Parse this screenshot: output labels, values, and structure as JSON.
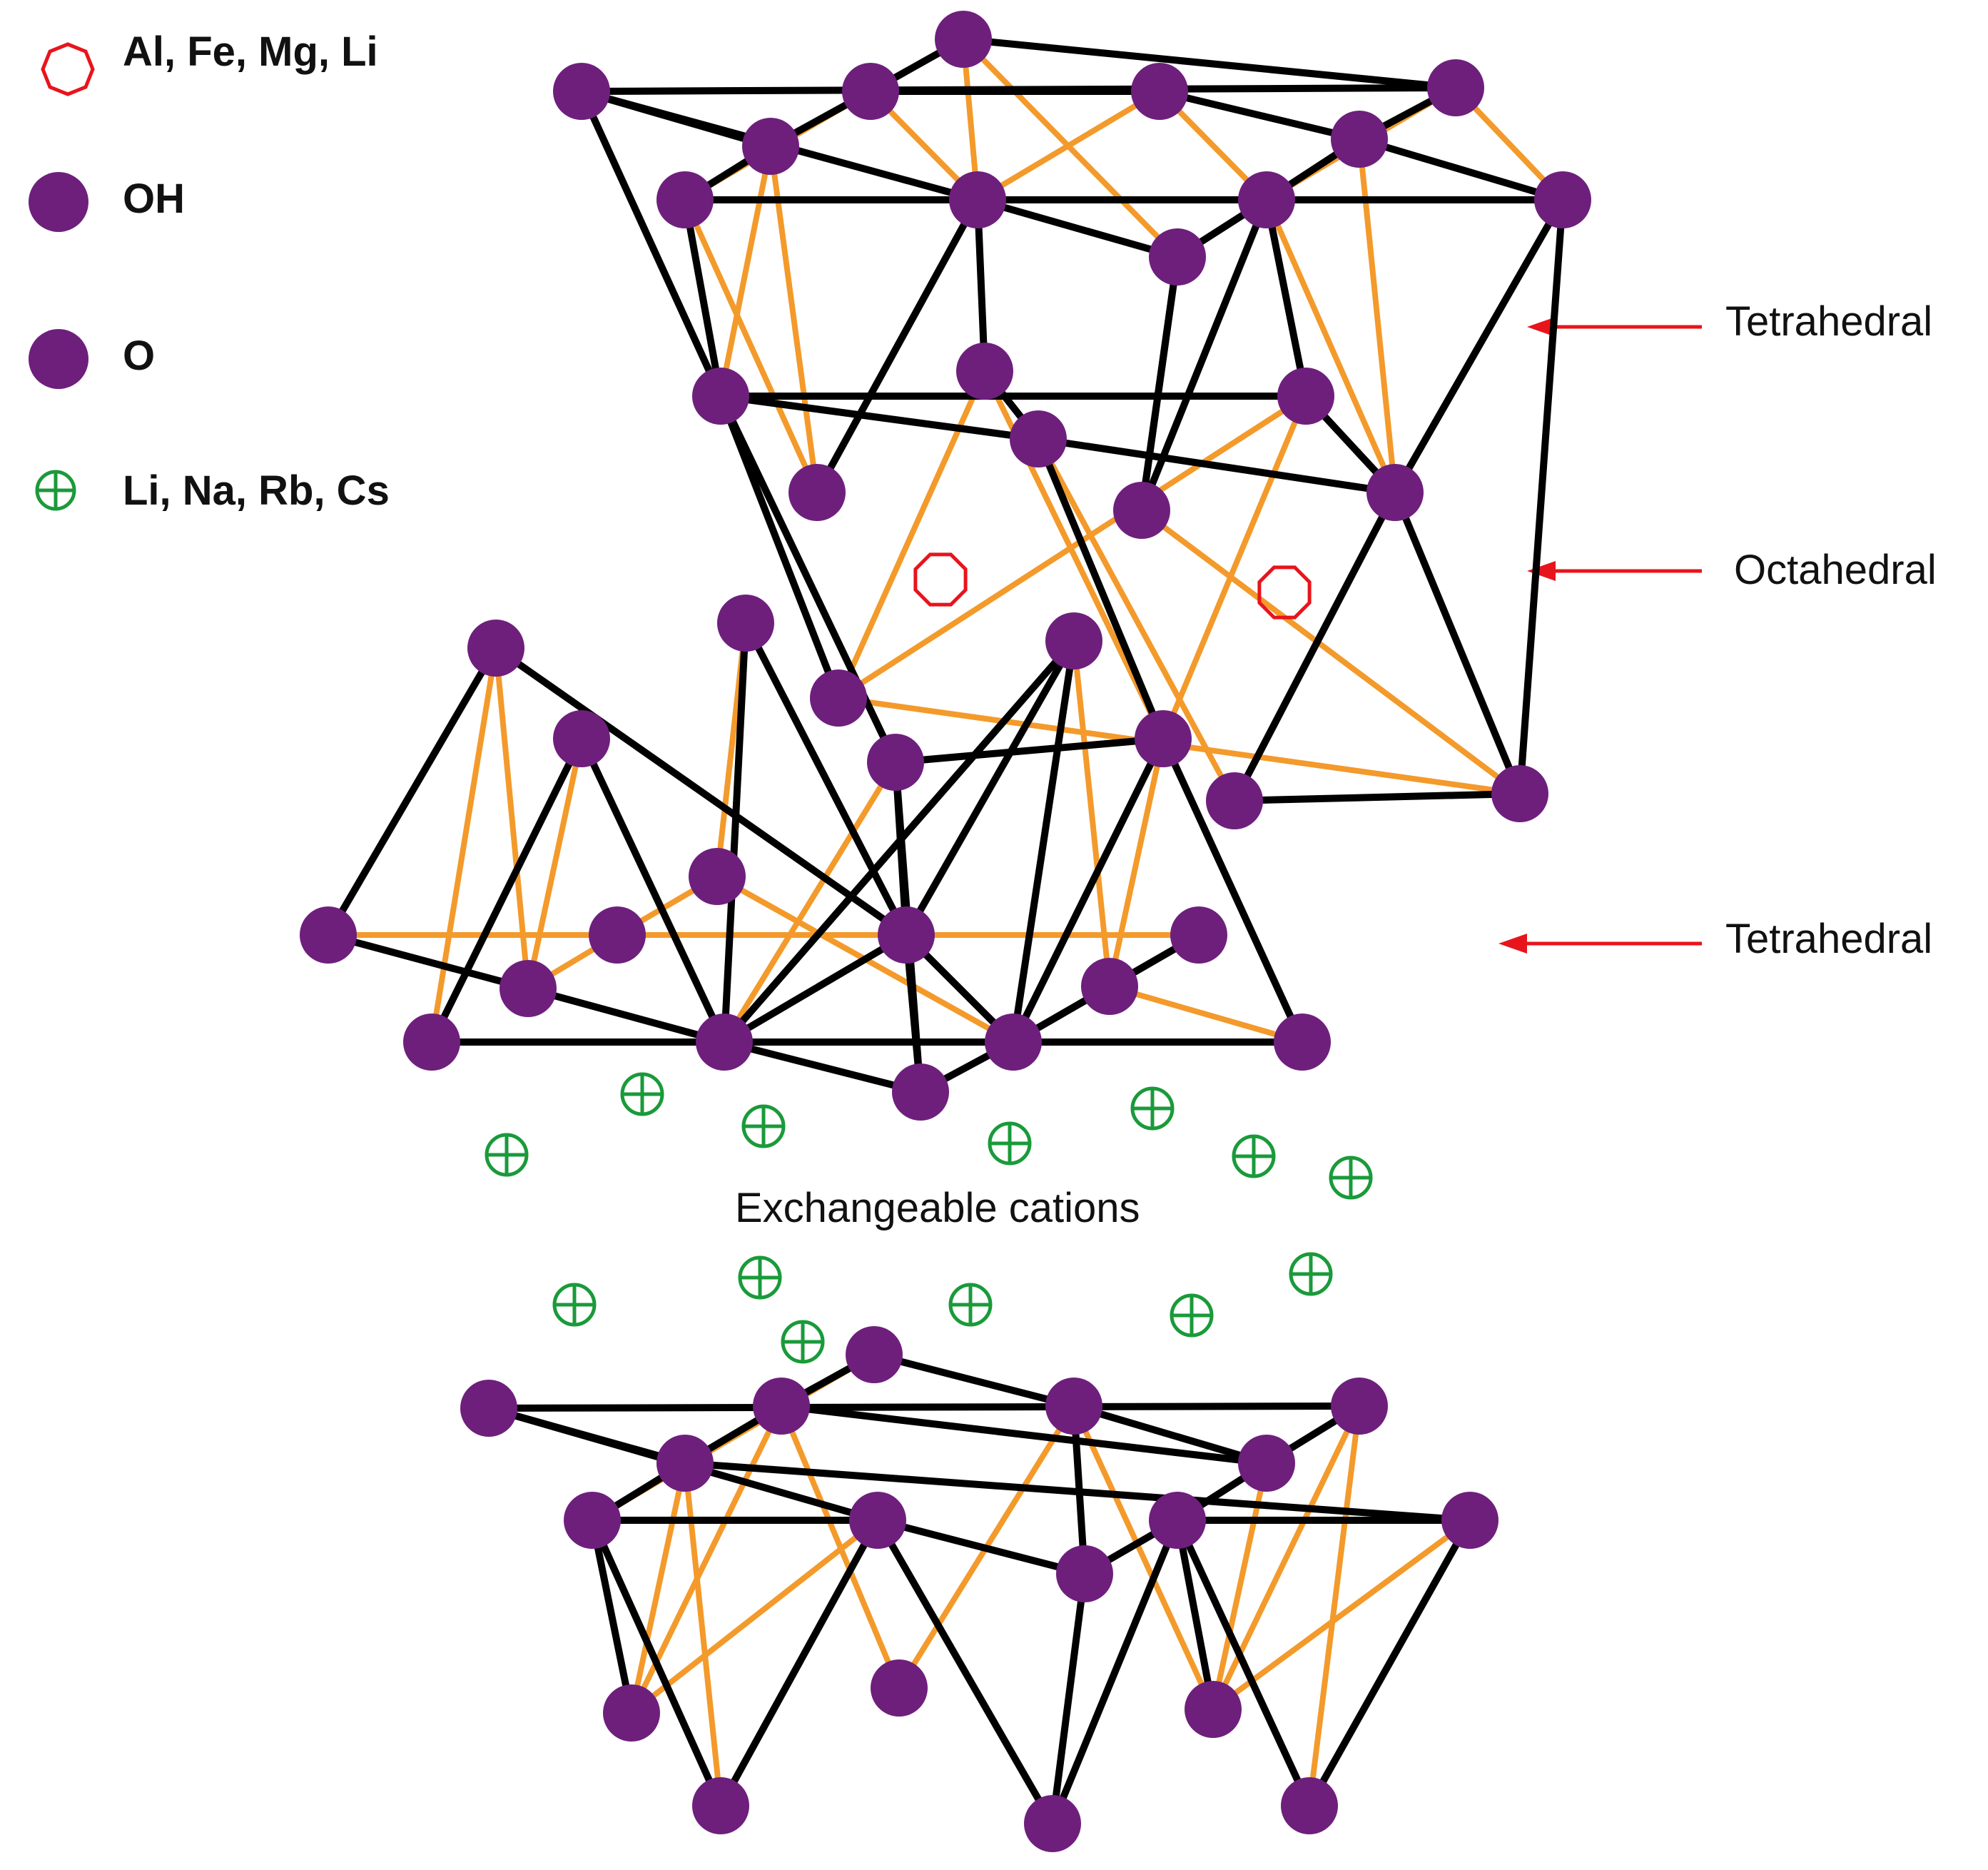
{
  "legend": {
    "items": [
      {
        "label": "Al, Fe, Mg, Li",
        "symbol": "octahedral-cation-icon",
        "color": "#e8141c"
      },
      {
        "label": "OH",
        "symbol": "hydroxyl-atom-icon",
        "color": "#6e1f7c"
      },
      {
        "label": "O",
        "symbol": "oxygen-atom-icon",
        "color": "#6e1f7c"
      },
      {
        "label": "Li, Na, Rb, Cs",
        "symbol": "exchangeable-cation-icon",
        "color": "#1a9a3a"
      }
    ]
  },
  "layers": {
    "top_tetrahedral": "Tetrahedral",
    "octahedral": "Octahedral",
    "bottom_tetrahedral": "Tetrahedral"
  },
  "interlayer_label": "Exchangeable cations",
  "colors": {
    "bond_black": "#000000",
    "bond_orange": "#f39a2b",
    "atom": "#6e1f7c",
    "octahedral_cation": "#e8141c",
    "exchangeable_cation": "#1a9a3a",
    "arrow": "#e8141c"
  }
}
